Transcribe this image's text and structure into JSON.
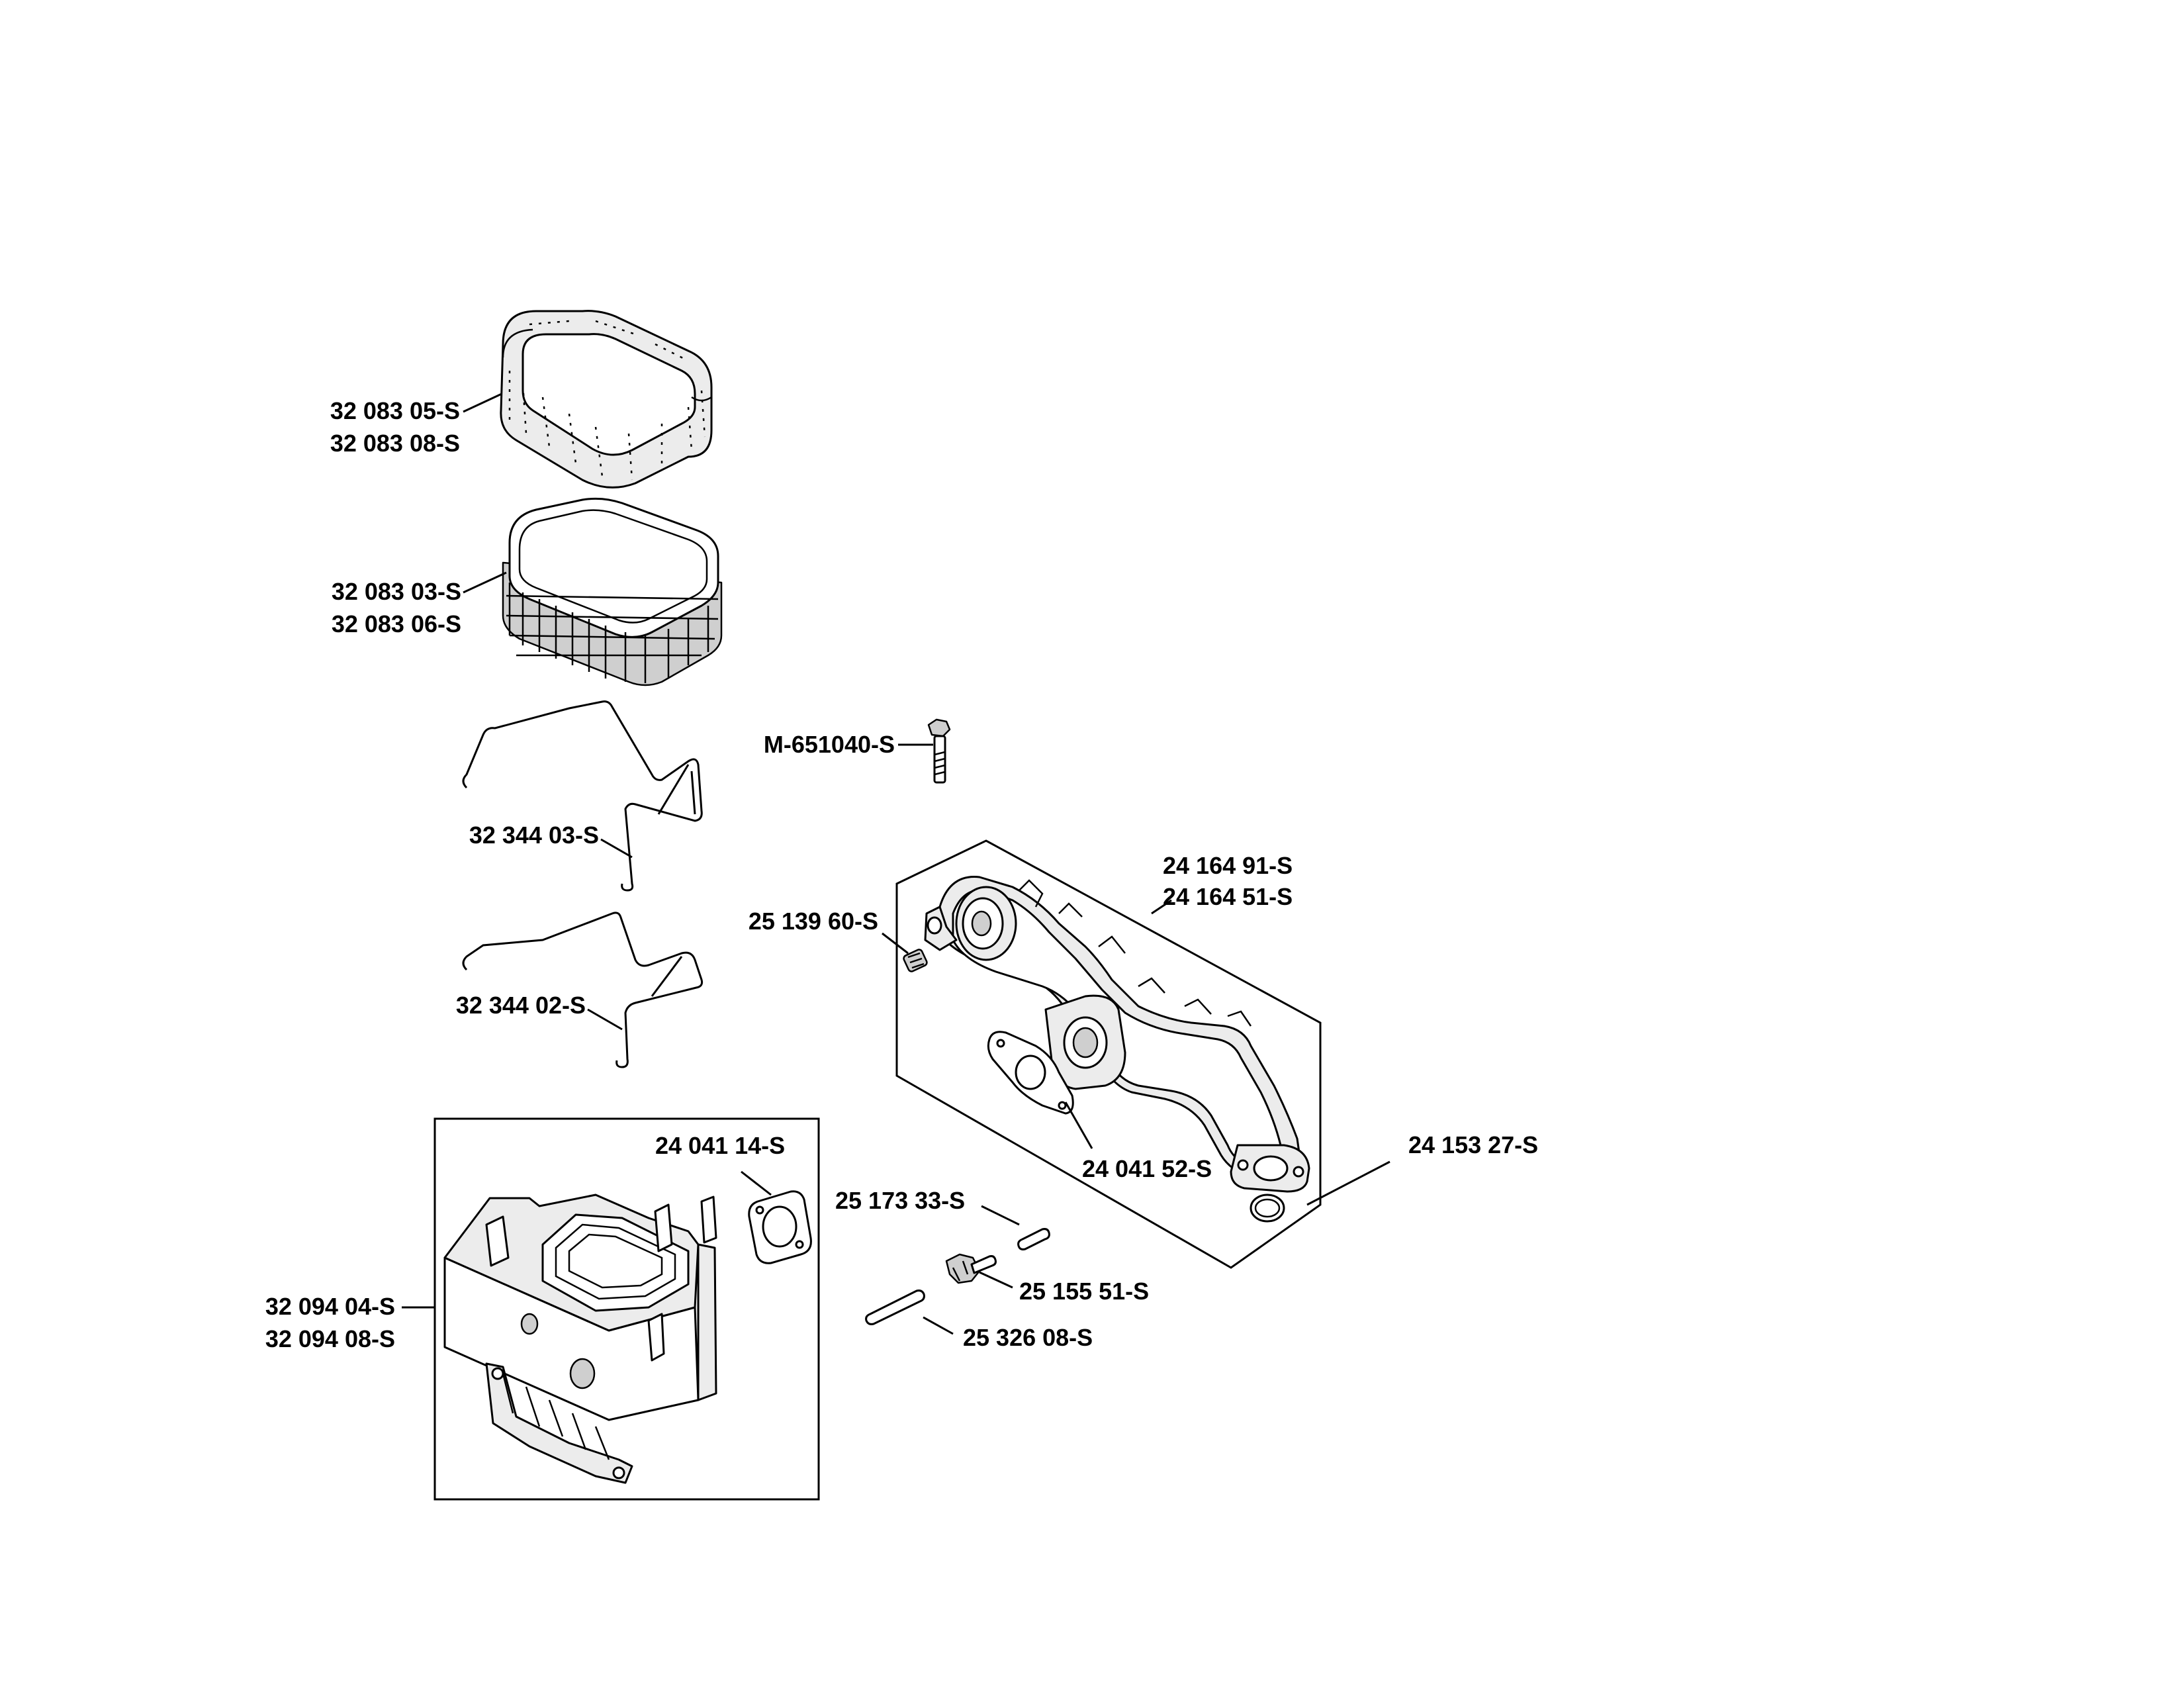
{
  "labels": {
    "foam_precleaner": [
      "32 083 05-S",
      "32 083 08-S"
    ],
    "paper_element": [
      "32 083 03-S",
      "32 083 06-S"
    ],
    "retaining_clip_upper": "32 344 03-S",
    "retaining_clip_lower": "32 344 02-S",
    "base": [
      "32 094 04-S",
      "32 094 08-S"
    ],
    "base_gasket": "24 041 14-S",
    "screw": "M-651040-S",
    "intake_manifold": [
      "24 164 91-S",
      "24 164 51-S"
    ],
    "fitting": "25 139 60-S",
    "manifold_gasket": "24 041 52-S",
    "o_ring": "24 153 27-S",
    "pin_short": "25 173 33-S",
    "bracket": "25 155 51-S",
    "pin_long": "25 326 08-S"
  }
}
